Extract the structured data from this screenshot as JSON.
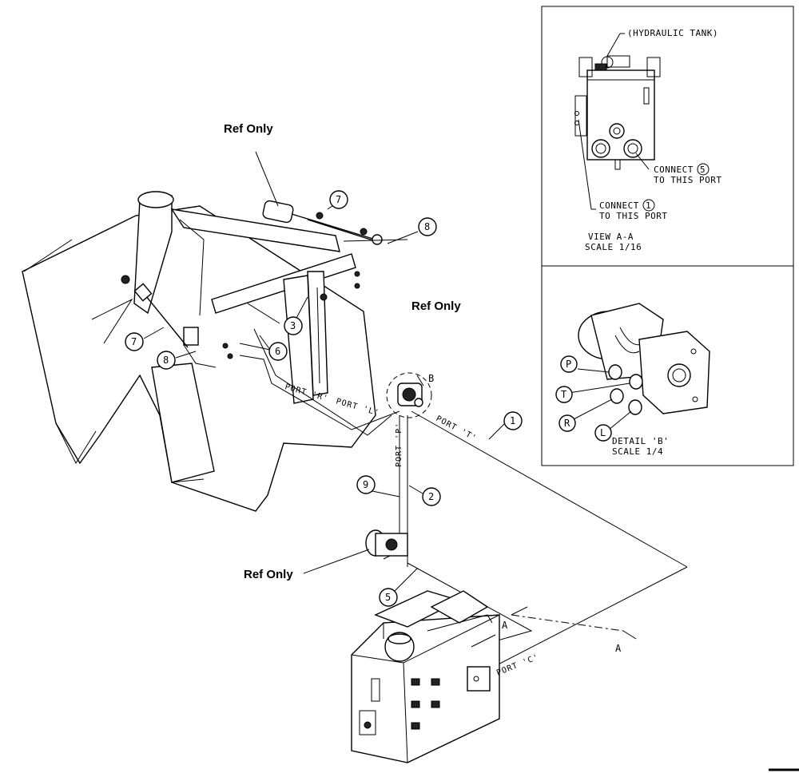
{
  "labels": {
    "ref_only_top": "Ref Only",
    "ref_only_mid": "Ref Only",
    "ref_only_left": "Ref Only"
  },
  "callouts": {
    "c1": "1",
    "c2": "2",
    "c3": "3",
    "c5": "5",
    "c6": "6",
    "c7_top": "7",
    "c7_left": "7",
    "c8_top": "8",
    "c8_left": "8",
    "c9": "9"
  },
  "ports": {
    "port_r": "PORT 'R'",
    "port_l": "PORT 'L'",
    "port_p": "PORT 'P'",
    "port_t": "PORT 'T'",
    "port_c": "PORT 'C'"
  },
  "section_marks": {
    "b": "B",
    "a_top": "A",
    "a_bottom": "A"
  },
  "view_a": {
    "tank_label": "(HYDRAULIC TANK)",
    "connect5_line1_a": "CONNECT",
    "connect5_num": "5",
    "connect5_line2": "TO THIS PORT",
    "connect1_line1_a": "CONNECT",
    "connect1_num": "1",
    "connect1_line2": "TO THIS PORT",
    "title": "VIEW A-A",
    "scale": "SCALE 1/16"
  },
  "detail_b": {
    "p": "P",
    "t": "T",
    "r": "R",
    "l": "L",
    "title": "DETAIL 'B'",
    "scale": "SCALE 1/4"
  }
}
